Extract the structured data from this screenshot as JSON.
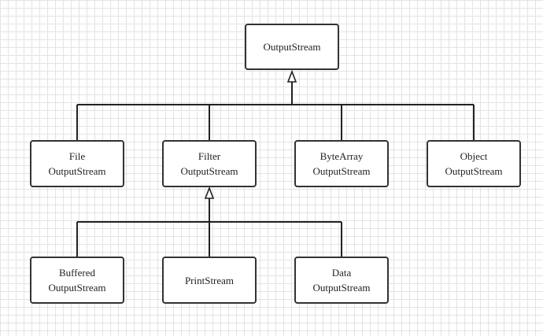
{
  "diagram": {
    "root": {
      "label": "OutputStream"
    },
    "children": [
      {
        "line1": "File",
        "line2": "OutputStream"
      },
      {
        "line1": "Filter",
        "line2": "OutputStream"
      },
      {
        "line1": "ByteArray",
        "line2": "OutputStream"
      },
      {
        "line1": "Object",
        "line2": "OutputStream"
      }
    ],
    "filter_children": [
      {
        "line1": "Buffered",
        "line2": "OutputStream"
      },
      {
        "line1": "PrintStream",
        "line2": ""
      },
      {
        "line1": "Data",
        "line2": "OutputStream"
      }
    ]
  }
}
